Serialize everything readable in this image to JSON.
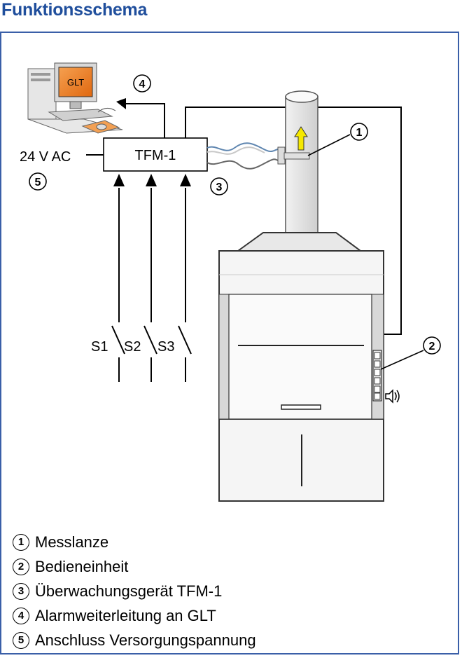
{
  "title": "Funktionsschema",
  "labels": {
    "glt_screen": "GLT",
    "tfm_box": "TFM-1",
    "power": "24 V AC",
    "switches": [
      "S1",
      "S2",
      "S3"
    ]
  },
  "callouts": [
    "1",
    "2",
    "3",
    "4",
    "5"
  ],
  "legend": [
    {
      "num": "1",
      "text": "Messlanze"
    },
    {
      "num": "2",
      "text": "Bedieneinheit"
    },
    {
      "num": "3",
      "text": "Überwachungsgerät TFM-1"
    },
    {
      "num": "4",
      "text": "Alarmweiterleitung an GLT"
    },
    {
      "num": "5",
      "text": "Anschluss Versorgungspannung"
    }
  ],
  "colors": {
    "title": "#1f4e9c",
    "frame": "#3a5fa8",
    "screen": "#e87722",
    "arrow": "#f5e800",
    "cable_blue": "#5f86b0"
  }
}
